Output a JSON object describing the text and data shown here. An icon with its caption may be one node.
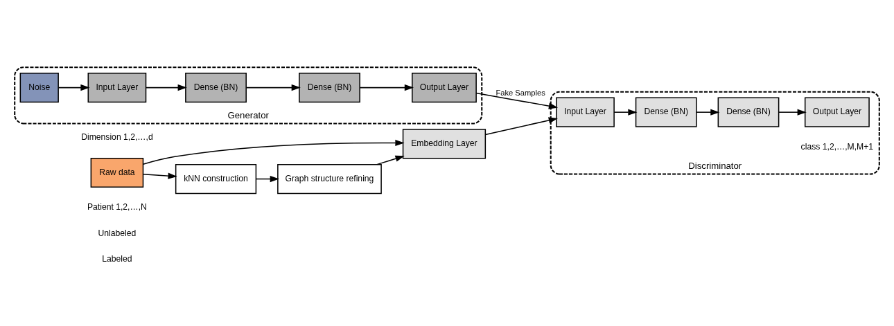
{
  "diagram": {
    "nodes": [
      {
        "text": [
          "Generator"
        ]
      },
      {
        "text": [
          "Noise"
        ],
        "in": 0
      },
      {
        "text": [
          "Input Layer"
        ],
        "in": 0
      },
      {
        "text": [
          "Dense (BN)"
        ],
        "in": 0
      },
      {
        "text": [
          "Dense (BN)"
        ],
        "in": 0
      },
      {
        "text": [
          "Output Layer"
        ],
        "in": 0
      },
      {
        "text": [
          "Discriminator"
        ]
      },
      {
        "text": [
          "Input Layer"
        ],
        "in": 6
      },
      {
        "text": [
          "Dense (BN)"
        ],
        "in": 6
      },
      {
        "text": [
          "Dense (BN)"
        ],
        "in": 6
      },
      {
        "text": [
          "Output Layer"
        ],
        "in": 6,
        "beside": [
          "class 1,2,…,M,M+1"
        ]
      },
      {
        "text": [
          "Embedding Layer"
        ]
      },
      {
        "text": [
          "Raw data"
        ],
        "beside": [
          "Dimension 1,2,…,d",
          "Patient 1,2,…,N",
          "Unlabeled",
          "Labeled"
        ]
      },
      {
        "text": [
          "kNN construction"
        ]
      },
      {
        "text": [
          "Graph structure refining"
        ]
      }
    ],
    "edges": [
      {
        "from": 1,
        "to": 2,
        "arrow": "to"
      },
      {
        "from": 2,
        "to": 3,
        "arrow": "to"
      },
      {
        "from": 3,
        "to": 4,
        "arrow": "to"
      },
      {
        "from": 4,
        "to": 5,
        "arrow": "to"
      },
      {
        "from": 5,
        "to": 7,
        "arrow": "to",
        "label": "Fake Samples"
      },
      {
        "from": 11,
        "to": 7,
        "arrow": "to"
      },
      {
        "from": 12,
        "to": 11,
        "arrow": "to"
      },
      {
        "from": 12,
        "to": 13,
        "arrow": "to"
      },
      {
        "from": 13,
        "to": 14,
        "arrow": "to"
      },
      {
        "from": 14,
        "to": 11,
        "arrow": "to"
      },
      {
        "from": 7,
        "to": 8,
        "arrow": "to"
      },
      {
        "from": 8,
        "to": 9,
        "arrow": "to"
      },
      {
        "from": 9,
        "to": 10,
        "arrow": "to"
      }
    ]
  }
}
